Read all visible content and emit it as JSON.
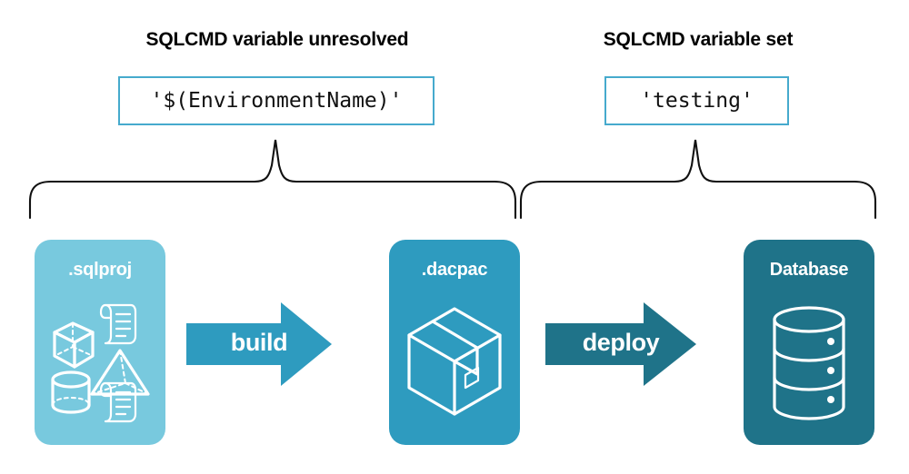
{
  "headings": {
    "unresolved": "SQLCMD variable unresolved",
    "set": "SQLCMD variable set"
  },
  "code_boxes": {
    "unresolved_value": "'$(EnvironmentName)'",
    "set_value": "'testing'"
  },
  "stages": [
    {
      "label": ".sqlproj",
      "color": "#78C9DE",
      "icon": "project-shapes-icon"
    },
    {
      "label": ".dacpac",
      "color": "#2E9BBF",
      "icon": "package-box-icon"
    },
    {
      "label": "Database",
      "color": "#1F7389",
      "icon": "database-cylinder-icon"
    }
  ],
  "arrows": [
    {
      "label": "build",
      "color": "#2E9BBF"
    },
    {
      "label": "deploy",
      "color": "#1F7389"
    }
  ],
  "braces": {
    "build_scope": "brace-spanning-sqlproj-to-dacpac",
    "deploy_scope": "brace-spanning-dacpac-to-database"
  },
  "colors": {
    "light_teal": "#78C9DE",
    "mid_teal": "#2E9BBF",
    "dark_teal": "#1F7389",
    "code_border": "#46AACD",
    "text": "#000000",
    "white": "#ffffff"
  }
}
